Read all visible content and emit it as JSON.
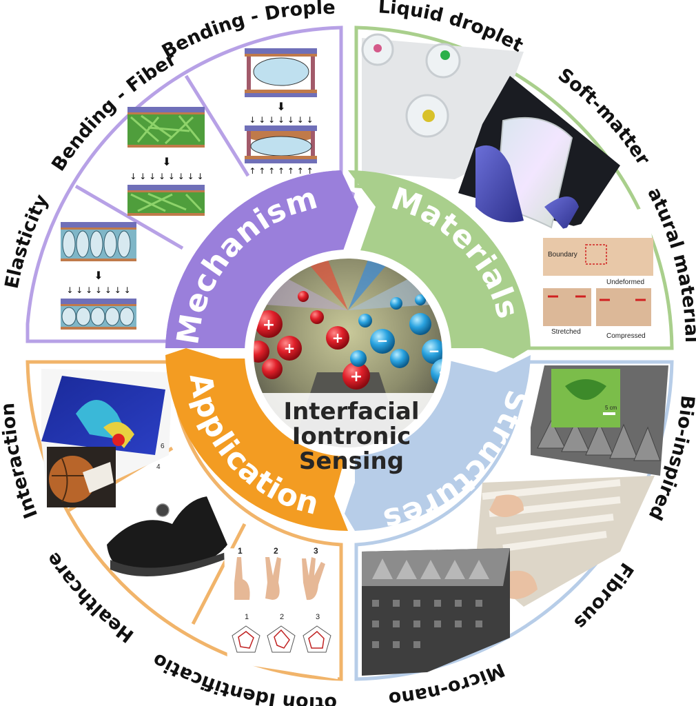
{
  "colors": {
    "mechanisms": "#b7a1e6",
    "mechanisms_dark": "#9a7fdb",
    "materials": "#a9cf8c",
    "materials_dark": "#8bbd6a",
    "structures": "#b7cde8",
    "structures_dark": "#9bb8de",
    "applications": "#f1b46a",
    "applications_dark": "#f39c22"
  },
  "center": {
    "title_lines": [
      "Interfacial",
      "Iontronic",
      "Sensing"
    ]
  },
  "quadrants": [
    {
      "id": "mechanisms",
      "label": "Mechanisms"
    },
    {
      "id": "materials",
      "label": "Materials"
    },
    {
      "id": "structures",
      "label": "Structures"
    },
    {
      "id": "applications",
      "label": "Applications"
    }
  ],
  "outer_labels": {
    "bending_droplet": "Bending - Droplet",
    "bending_fiber": "Bending - Fiber",
    "elasticity": "Elasticity",
    "liquid_droplet": "Liquid droplet",
    "soft_matter": "Soft-matter",
    "natural_materials": "Natural materials",
    "bio_inspired": "Bio-inspired",
    "fibrous": "Fibrous",
    "micro_nano": "Micro-nano",
    "interaction": "Interaction",
    "healthcare": "Healthcare",
    "motion_identification": "Motion Identification"
  },
  "photo_annotations": {
    "natural": {
      "boundary": "Boundary",
      "undeformed": "Undeformed",
      "stretched": "Stretched",
      "compressed": "Compressed"
    },
    "bio": {
      "scale": "5 cm"
    },
    "motion": {
      "top_nums": [
        "1",
        "2",
        "3"
      ],
      "bottom_nums": [
        "1",
        "2",
        "3"
      ]
    },
    "interaction": {
      "heatmap_nums": [
        "6",
        "4"
      ]
    }
  }
}
